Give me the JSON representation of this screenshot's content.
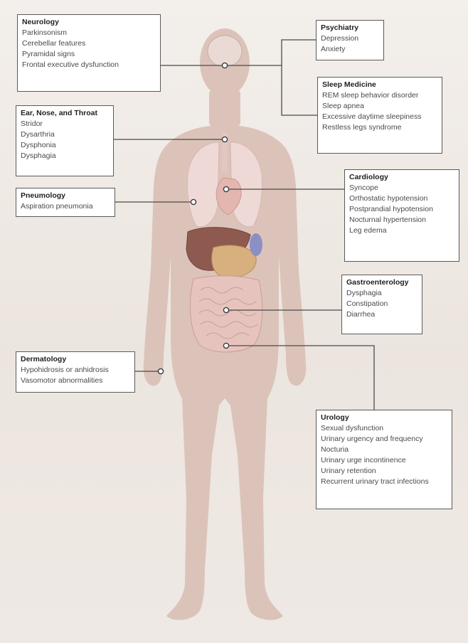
{
  "categories": [
    {
      "key": "neurology",
      "title": "Neurology",
      "items": [
        "Parkinsonism",
        "Cerebellar features",
        "Pyramidal signs",
        "Frontal executive dysfunction"
      ]
    },
    {
      "key": "psychiatry",
      "title": "Psychiatry",
      "items": [
        "Depression",
        "Anxiety"
      ]
    },
    {
      "key": "sleep",
      "title": "Sleep Medicine",
      "items": [
        "REM sleep behavior disorder",
        "Sleep apnea",
        "Excessive daytime sleepiness",
        "Restless legs syndrome"
      ]
    },
    {
      "key": "ent",
      "title": "Ear, Nose, and Throat",
      "items": [
        "Stridor",
        "Dysarthria",
        "Dysphonia",
        "Dysphagia"
      ]
    },
    {
      "key": "pneumology",
      "title": "Pneumology",
      "items": [
        "Aspiration pneumonia"
      ]
    },
    {
      "key": "cardiology",
      "title": "Cardiology",
      "items": [
        "Syncope",
        "Orthostatic hypotension",
        "Postprandial hypotension",
        "Nocturnal hypertension",
        "Leg edema"
      ]
    },
    {
      "key": "gastro",
      "title": "Gastroenterology",
      "items": [
        "Dysphagia",
        "Constipation",
        "Diarrhea"
      ]
    },
    {
      "key": "dermatology",
      "title": "Dermatology",
      "items": [
        "Hypohidrosis or anhidrosis",
        "Vasomotor abnormalities"
      ]
    },
    {
      "key": "urology",
      "title": "Urology",
      "items": [
        "Sexual dysfunction",
        "Urinary urgency and frequency",
        "Nocturia",
        "Urinary urge incontinence",
        "Urinary retention",
        "Recurrent urinary tract infections"
      ]
    }
  ],
  "colors": {
    "skin": "#dcc3b9",
    "skin_shadow": "#cfb2a7",
    "lung": "#efd9d6",
    "liver": "#8e5a50",
    "stomach": "#d7b07e",
    "intestine": "#e6c4bd",
    "connector": "#4a4a4a",
    "box_border": "#5a5a5a"
  }
}
